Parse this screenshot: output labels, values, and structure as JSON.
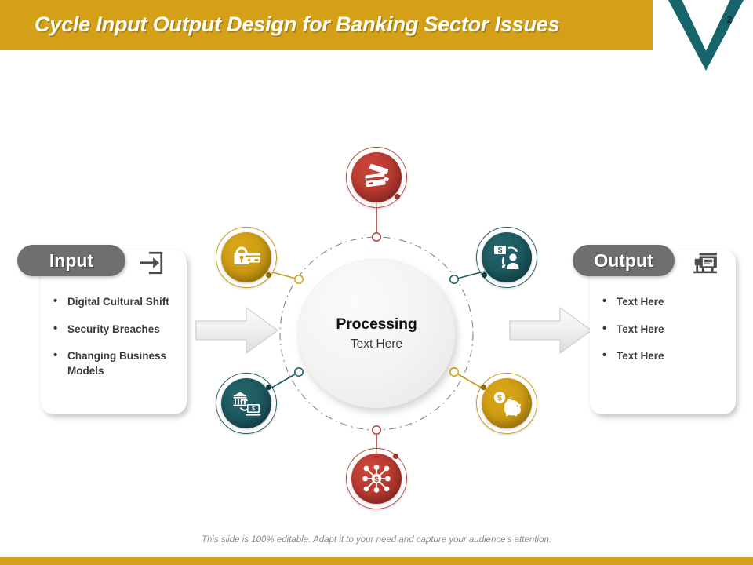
{
  "header": {
    "title": "Cycle Input Output Design for Banking Sector Issues",
    "page_number": "2",
    "bar_color": "#d4a017",
    "chevron_color": "#15656b"
  },
  "footer": {
    "note": "This slide is 100% editable. Adapt it to your need and capture your audience's attention.",
    "bar_color": "#d4a017"
  },
  "input_panel": {
    "label": "Input",
    "icon": "login-arrow-icon",
    "bullets": [
      "Digital Cultural Shift",
      "Security Breaches",
      "Changing Business Models"
    ]
  },
  "output_panel": {
    "label": "Output",
    "icon": "printer-icon",
    "bullets": [
      "Text Here",
      "Text Here",
      "Text Here"
    ]
  },
  "hub": {
    "title": "Processing",
    "subtitle": "Text Here",
    "fill_color": "#f1f1f1"
  },
  "arrows": {
    "left": "arrow-right-icon",
    "right": "arrow-right-icon",
    "fill_color": "#ededed"
  },
  "nodes": [
    {
      "id": "top",
      "icon": "credit-cards-icon",
      "color": "#b93a30",
      "theme": "red"
    },
    {
      "id": "ul",
      "icon": "secure-payment-icon",
      "color": "#cf9d12",
      "theme": "gold"
    },
    {
      "id": "ur",
      "icon": "money-transfer-icon",
      "color": "#1d5a60",
      "theme": "teal"
    },
    {
      "id": "ll",
      "icon": "online-banking-icon",
      "color": "#1d5a60",
      "theme": "teal"
    },
    {
      "id": "lr",
      "icon": "piggy-bank-icon",
      "color": "#cf9d12",
      "theme": "gold"
    },
    {
      "id": "bottom",
      "icon": "network-hub-icon",
      "color": "#b93a30",
      "theme": "red"
    }
  ]
}
